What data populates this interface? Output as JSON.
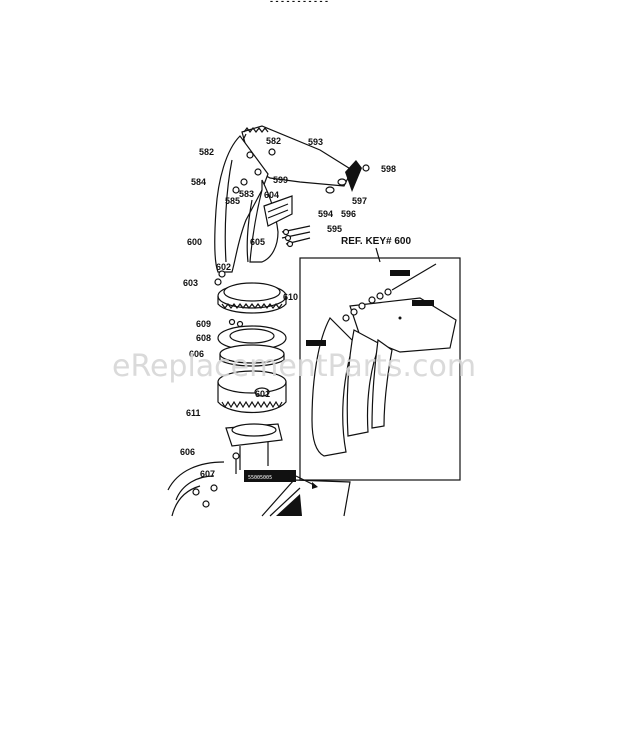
{
  "diagram": {
    "callouts": {
      "c582a": "582",
      "c582b": "582",
      "c593": "593",
      "c598": "598",
      "c584": "584",
      "c583": "583",
      "c599": "599",
      "c585": "585",
      "c597": "597",
      "c604": "604",
      "c594": "594",
      "c596": "596",
      "c595": "595",
      "c600": "600",
      "c605": "605",
      "c602": "602",
      "c603": "603",
      "c610": "610",
      "c609": "609",
      "c608": "608",
      "c606a": "606",
      "c601": "601",
      "c611": "611",
      "c606b": "606",
      "c607": "607"
    },
    "inset_title": "REF. KEY# 600",
    "watermark": "eReplacementParts.com",
    "top_fragment": "- - - -  - -        - - - - -"
  }
}
